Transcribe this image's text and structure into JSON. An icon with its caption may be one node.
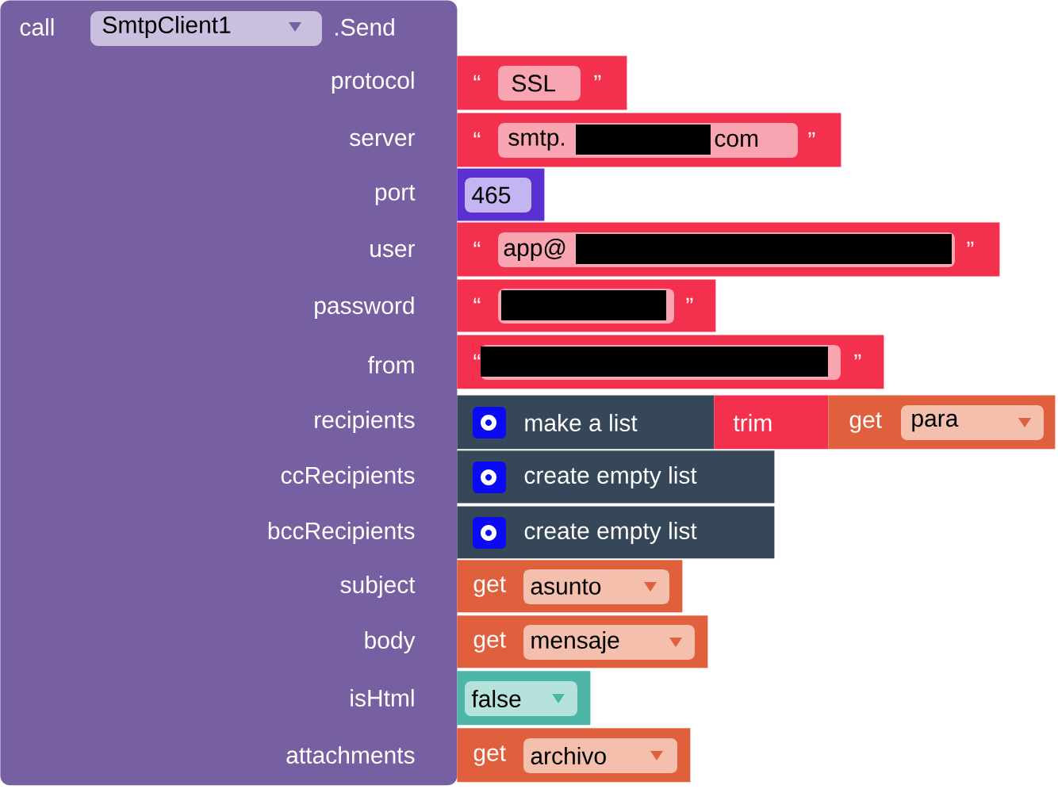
{
  "diagram": {
    "nodes": [
      {
        "text": [
          "call",
          "SmtpClient1",
          ".Send",
          "protocol",
          "server",
          "port",
          "user",
          "password",
          "from",
          "recipients",
          "ccRecipients",
          "bccRecipients",
          "subject",
          "body",
          "isHtml",
          "attachments"
        ]
      },
      {
        "text": [
          "“",
          "SSL",
          "”"
        ]
      },
      {
        "text": [
          "“",
          "smtp.",
          "com",
          "”"
        ]
      },
      {
        "text": [
          "465"
        ]
      },
      {
        "text": [
          "“",
          "app@",
          "”"
        ]
      },
      {
        "text": [
          "“",
          "”"
        ]
      },
      {
        "text": [
          "“",
          "”"
        ]
      },
      {
        "text": [
          "make a list"
        ]
      },
      {
        "text": [
          "trim"
        ]
      },
      {
        "text": [
          "get",
          "para"
        ]
      },
      {
        "text": [
          "create empty list"
        ]
      },
      {
        "text": [
          "create empty list"
        ]
      },
      {
        "text": [
          "get",
          "asunto"
        ]
      },
      {
        "text": [
          "get",
          "mensaje"
        ]
      },
      {
        "text": [
          "false"
        ]
      },
      {
        "text": [
          "get",
          "archivo"
        ]
      }
    ]
  }
}
